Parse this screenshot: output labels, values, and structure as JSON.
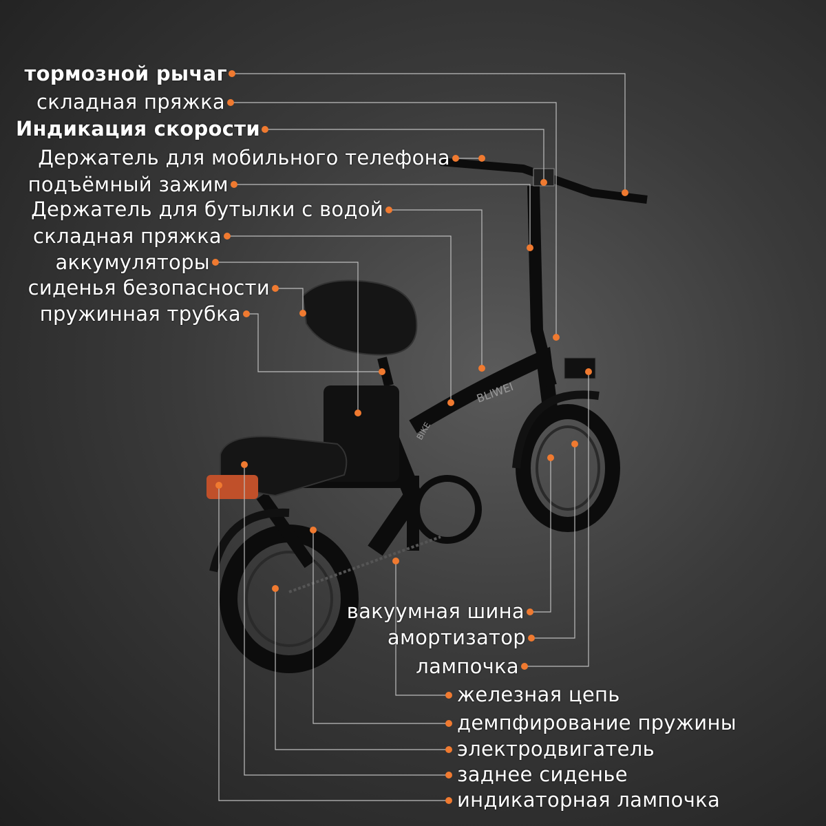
{
  "colors": {
    "dot": "#f07a30",
    "line": "#bdbdbd",
    "text": "#ffffff"
  },
  "left_labels": [
    "тормозной рычаг",
    "складная пряжка",
    "Индикация скорости",
    "Держатель для мобильного телефона",
    "подъёмный зажим",
    "Держатель для бутылки с водой",
    "складная пряжка",
    "аккумуляторы",
    "сиденья безопасности",
    "пружинная трубка"
  ],
  "right_labels": [
    "вакуумная шина",
    "амортизатор",
    "лампочка",
    "железная цепь",
    "демпфирование пружины",
    "электродвигатель",
    "заднее сиденье",
    "индикаторная лампочка"
  ],
  "brand": {
    "frame_text": "BLIWEI",
    "tube_text": "BIKE"
  }
}
